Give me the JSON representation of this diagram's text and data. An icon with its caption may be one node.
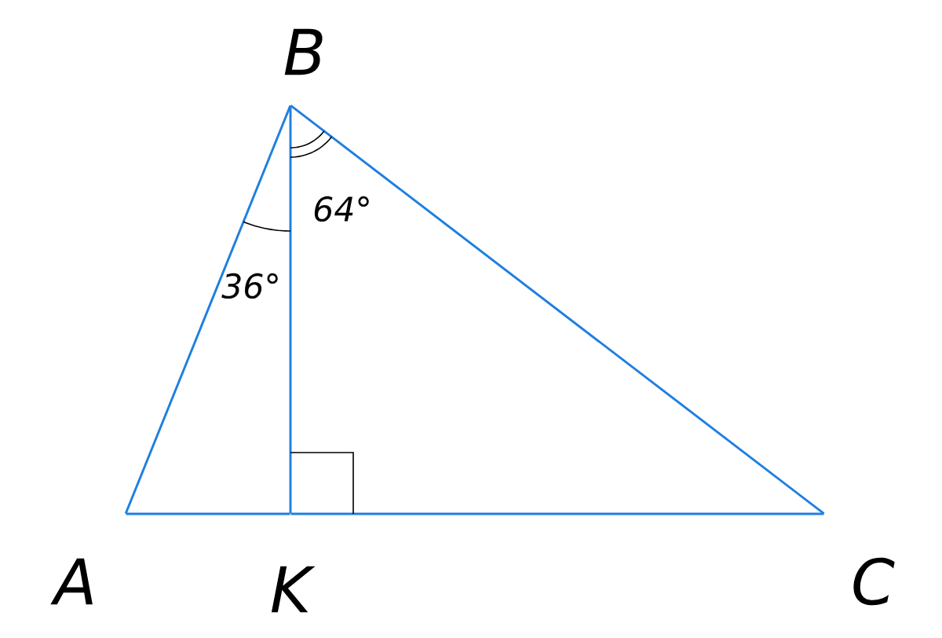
{
  "diagram": {
    "nodes": [
      {
        "text": [],
        "shape": "point",
        "beside": [
          "B"
        ]
      },
      {
        "text": [],
        "shape": "point",
        "beside": [
          "A"
        ]
      },
      {
        "text": [],
        "shape": "point",
        "beside": [
          "K"
        ]
      },
      {
        "text": [],
        "shape": "point",
        "beside": [
          "C"
        ]
      }
    ],
    "edges": [
      {
        "from": 1,
        "to": 0,
        "arrow": "none"
      },
      {
        "from": 0,
        "to": 3,
        "arrow": "none"
      },
      {
        "from": 1,
        "to": 2,
        "arrow": "none"
      },
      {
        "from": 2,
        "to": 3,
        "arrow": "none"
      },
      {
        "from": 0,
        "to": 2,
        "arrow": "none"
      }
    ],
    "labels": [
      "64°",
      "36°"
    ]
  }
}
